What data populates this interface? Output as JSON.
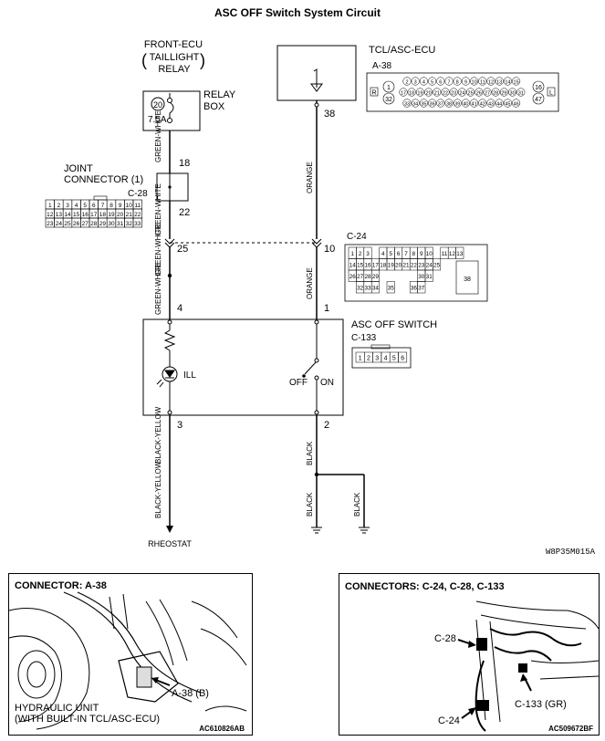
{
  "title": "ASC OFF Switch System Circuit",
  "front_ecu": {
    "line1": "FRONT-ECU",
    "line2": "TAILLIGHT",
    "line3": "RELAY"
  },
  "relay_box": {
    "line1": "RELAY",
    "line2": "BOX",
    "fuse_number": "20",
    "fuse_rating": "7.5A"
  },
  "joint_connector": {
    "line1": "JOINT",
    "line2": "CONNECTOR (1)",
    "id": "C-28",
    "pin_rows": [
      [
        "1",
        "2",
        "3",
        "4",
        "5",
        "6",
        "7",
        "8",
        "9",
        "10",
        "11"
      ],
      [
        "12",
        "13",
        "14",
        "15",
        "16",
        "17",
        "18",
        "19",
        "20",
        "21",
        "22"
      ],
      [
        "23",
        "24",
        "25",
        "26",
        "27",
        "28",
        "29",
        "30",
        "31",
        "32",
        "33"
      ]
    ]
  },
  "tcl_ecu": {
    "label": "TCL/ASC-ECU",
    "connector_id": "A-38",
    "pin_38": "38",
    "pin_rows": [
      [
        "2",
        "3",
        "4",
        "5",
        "6",
        "7",
        "8",
        "9",
        "10",
        "11",
        "12",
        "13",
        "14",
        "15"
      ],
      [
        "17",
        "18",
        "19",
        "20",
        "21",
        "22",
        "23",
        "24",
        "25",
        "26",
        "27",
        "28",
        "29",
        "30",
        "31"
      ],
      [
        "33",
        "34",
        "35",
        "36",
        "37",
        "38",
        "39",
        "40",
        "41",
        "42",
        "43",
        "44",
        "45",
        "46"
      ]
    ],
    "side_left": [
      "1",
      "32"
    ],
    "side_right": [
      "16",
      "47"
    ],
    "tag_left": "R",
    "tag_right": "L"
  },
  "c24": {
    "id": "C-24",
    "pin_rows": [
      [
        "1",
        "2",
        "3",
        "",
        "4",
        "5",
        "6",
        "7",
        "8",
        "9",
        "10",
        "",
        "11",
        "12",
        "13"
      ],
      [
        "14",
        "15",
        "16",
        "17",
        "18",
        "19",
        "20",
        "21",
        "22",
        "23",
        "24",
        "25"
      ],
      [
        "26",
        "27",
        "28",
        "29",
        "",
        "",
        "",
        "",
        "",
        "30",
        "31"
      ],
      [
        "",
        "32",
        "33",
        "34",
        "",
        "35",
        "",
        "",
        "36",
        "37"
      ]
    ],
    "big_pin": "38"
  },
  "asc_switch": {
    "label": "ASC OFF SWITCH",
    "connector_id": "C-133",
    "pins": [
      "1",
      "2",
      "3",
      "4",
      "5",
      "6"
    ],
    "illumination": "ILL",
    "off_label": "OFF",
    "on_label": "ON"
  },
  "pins": {
    "p18": "18",
    "p22": "22",
    "p25": "25",
    "p10": "10",
    "p4": "4",
    "p1": "1",
    "p3": "3",
    "p2": "2"
  },
  "wires": {
    "green_white": "GREEN-WHITE",
    "orange": "ORANGE",
    "black_yellow": "BLACK-YELLOW",
    "black": "BLACK"
  },
  "rheostat": "RHEOSTAT",
  "diagram_code": "W8P35M015A",
  "panel_left": {
    "title": "CONNECTOR: A-38",
    "callout": "A-38 (B)",
    "caption_line1": "HYDRAULIC UNIT",
    "caption_line2": "(WITH BUILT-IN TCL/ASC-ECU)",
    "code": "AC610826AB"
  },
  "panel_right": {
    "title": "CONNECTORS: C-24, C-28, C-133",
    "callout_c28": "C-28",
    "callout_c133": "C-133 (GR)",
    "callout_c24": "C-24",
    "code": "AC509672BF"
  }
}
